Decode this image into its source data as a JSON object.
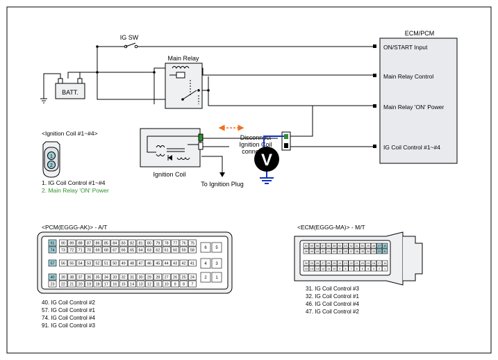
{
  "ecm": {
    "title": "ECM/PCM",
    "pins": [
      "ON/START Input",
      "Main Relay Control",
      "Main Relay 'ON' Power",
      "IG Coil  Control #1~#4"
    ]
  },
  "labels": {
    "ig_sw": "IG SW",
    "main_relay": "Main Relay",
    "batt": "BATT.",
    "ignition_coil": "Ignition Coil",
    "to_plug": "To Ignition Plug",
    "disconnect": [
      "Disconnect",
      "Ignition Coil",
      "connector"
    ],
    "voltmeter": "V"
  },
  "coil_connector": {
    "title": "<Ignition Coil #1~#4>",
    "pins": [
      "1",
      "2"
    ],
    "legend": [
      "1. IG Coil  Control #1~#4",
      "2. Main Relay 'ON' Power"
    ]
  },
  "pcm_connector": {
    "title": "<PCM(EGGG-AK)> - A/T",
    "rows": [
      [
        "91",
        "90",
        "89",
        "88",
        "87",
        "86",
        "85",
        "84",
        "83",
        "82",
        "81",
        "80",
        "79",
        "78",
        "77",
        "76",
        "75"
      ],
      [
        "74",
        "73",
        "72",
        "71",
        "70",
        "69",
        "68",
        "67",
        "66",
        "65",
        "64",
        "63",
        "62",
        "61",
        "60",
        "59",
        "58"
      ],
      [
        "57",
        "56",
        "55",
        "54",
        "53",
        "52",
        "51",
        "50",
        "49",
        "48",
        "47",
        "46",
        "45",
        "44",
        "43",
        "42",
        "41"
      ],
      [
        "40",
        "39",
        "38",
        "37",
        "36",
        "35",
        "34",
        "33",
        "32",
        "31",
        "30",
        "29",
        "28",
        "27",
        "26",
        "25",
        "24"
      ],
      [
        "23",
        "22",
        "21",
        "20",
        "19",
        "18",
        "17",
        "16",
        "15",
        "14",
        "13",
        "12",
        "11",
        "10",
        "9",
        "8",
        "7"
      ]
    ],
    "side_pins": [
      [
        "6",
        "5"
      ],
      [
        "4",
        "3"
      ],
      [
        "2",
        "1"
      ]
    ],
    "highlighted": [
      "91",
      "74",
      "57",
      "40"
    ],
    "legend": [
      "40. IG Coil  Control #2",
      "57. IG Coil  Control #1",
      "74. IG Coil  Control #4",
      "91. IG Coil  Control #3"
    ]
  },
  "ecm_connector": {
    "title": "<ECM(EGGG-MA)> - M/T",
    "row1": [
      "60",
      "59",
      "58",
      "57",
      "56",
      "55",
      "54",
      "53",
      "52",
      "51",
      "50",
      "49",
      "48",
      "47",
      "46"
    ],
    "row2": [
      "45",
      "44",
      "43",
      "42",
      "41",
      "40",
      "39",
      "38",
      "37",
      "36",
      "35",
      "34",
      "33",
      "32",
      "31"
    ],
    "row3": [
      "30",
      "29",
      "28",
      "27",
      "26",
      "25",
      "24",
      "23",
      "22",
      "21",
      "20",
      "19",
      "18",
      "17",
      "16"
    ],
    "row4": [
      "15",
      "14",
      "13",
      "12",
      "11",
      "10",
      "9",
      "8",
      "7",
      "6",
      "5",
      "4",
      "3",
      "2",
      "1"
    ],
    "highlighted": [
      "31",
      "32",
      "46",
      "47"
    ],
    "legend": [
      "31. IG Coil  Control #3",
      "32. IG Coil  Control #1",
      "46. IG Coil  Control #4",
      "47. IG Coil  Control #2"
    ]
  },
  "colors": {
    "line": "#000000",
    "green": "#2f8f2f",
    "orange": "#f07020",
    "blue": "#1030c0",
    "pin_highlight": "#9fcfd8",
    "box_fill": "#eef0f2",
    "ecm_fill": "#e8eaed"
  }
}
